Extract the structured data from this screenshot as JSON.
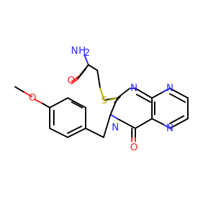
{
  "molecule": {
    "atoms": {
      "nh2": "NH2",
      "n_h": "N",
      "h2": "H",
      "o_amide": "O",
      "s": "S",
      "n1": "N",
      "n3": "N",
      "n5": "N",
      "n8": "N",
      "o_carbonyl": "O",
      "o_methoxy": "O"
    },
    "colors": {
      "carbon_bond": "#000000",
      "nitrogen": "#2b2bff",
      "oxygen": "#ff2020",
      "sulfur": "#b8b000",
      "background": "#ffffff"
    }
  }
}
